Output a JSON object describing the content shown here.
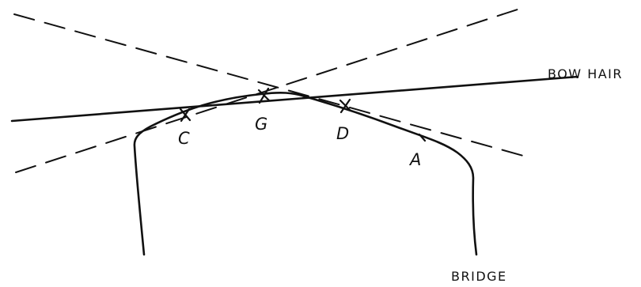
{
  "labels": {
    "bow_hair": "BOW HAIR",
    "bridge": "BRIDGE",
    "strings": [
      "C",
      "G",
      "D",
      "A"
    ]
  },
  "colors": {
    "ink": "#111111",
    "background": "#ffffff"
  }
}
